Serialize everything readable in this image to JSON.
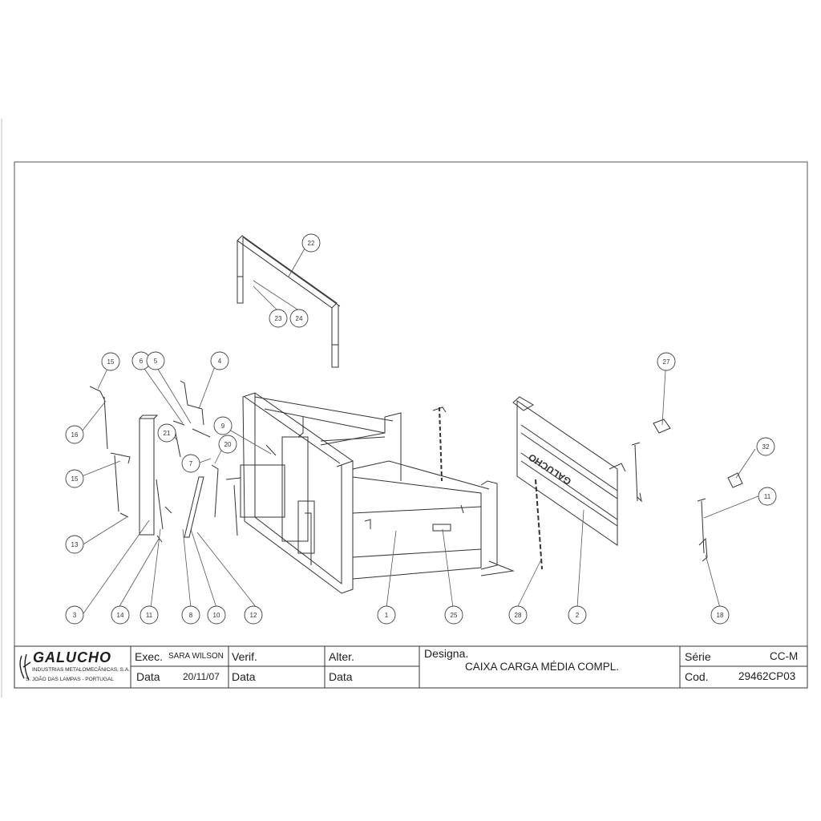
{
  "drawing": {
    "callouts": [
      "22",
      "23",
      "24",
      "15",
      "6",
      "5",
      "4",
      "27",
      "16",
      "21",
      "9",
      "20",
      "7",
      "15",
      "32",
      "11",
      "13",
      "3",
      "14",
      "11",
      "8",
      "10",
      "12",
      "1",
      "25",
      "28",
      "2",
      "18"
    ],
    "tailgate_stamp": "GALUCHO"
  },
  "title_block": {
    "logo": {
      "brand": "GALUCHO",
      "company_line": "INDUSTRIAS METALOMECÂNICAS, S.A.",
      "address_line": "S. JOÃO DAS LAMPAS - PORTUGAL"
    },
    "exec_label": "Exec.",
    "exec_value": "SARA WILSON",
    "data_label_1": "Data",
    "data_value_1": "20/11/07",
    "verif_label": "Verif.",
    "data_label_2": "Data",
    "alter_label": "Alter.",
    "data_label_3": "Data",
    "designa_label": "Designa.",
    "designa_value": "CAIXA CARGA MÉDIA COMPL.",
    "serie_label": "Série",
    "serie_value": "CC-M",
    "cod_label": "Cod.",
    "cod_value": "29462CP03"
  }
}
